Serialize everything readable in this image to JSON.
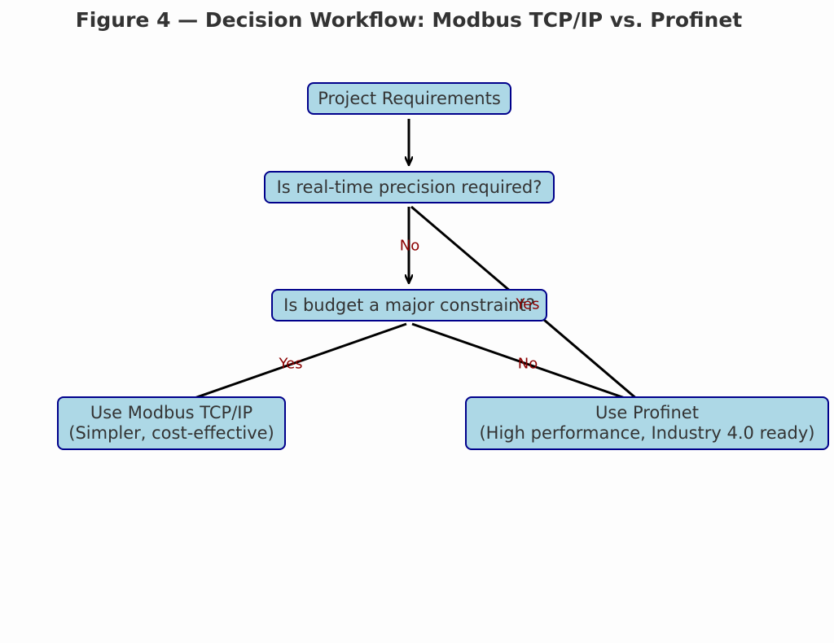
{
  "title": "Figure 4 — Decision Workflow: Modbus TCP/IP vs. Profinet",
  "colors": {
    "node_fill": "#add8e6",
    "node_border": "#00008b",
    "edge": "#000000",
    "edge_label": "#8b0000",
    "text": "#333333"
  },
  "nodes": {
    "start": {
      "text": "Project Requirements"
    },
    "realtime": {
      "text": "Is real-time precision required?"
    },
    "budget": {
      "text": "Is budget a major constraint?"
    },
    "modbus": {
      "line1": "Use Modbus TCP/IP",
      "line2": "(Simpler, cost-effective)"
    },
    "profinet": {
      "line1": "Use Profinet",
      "line2": "(High performance, Industry 4.0 ready)"
    }
  },
  "edges": [
    {
      "from": "start",
      "to": "realtime",
      "label": ""
    },
    {
      "from": "realtime",
      "to": "budget",
      "label": "No"
    },
    {
      "from": "realtime",
      "to": "profinet",
      "label": "Yes"
    },
    {
      "from": "budget",
      "to": "modbus",
      "label": "Yes"
    },
    {
      "from": "budget",
      "to": "profinet",
      "label": "No"
    }
  ]
}
